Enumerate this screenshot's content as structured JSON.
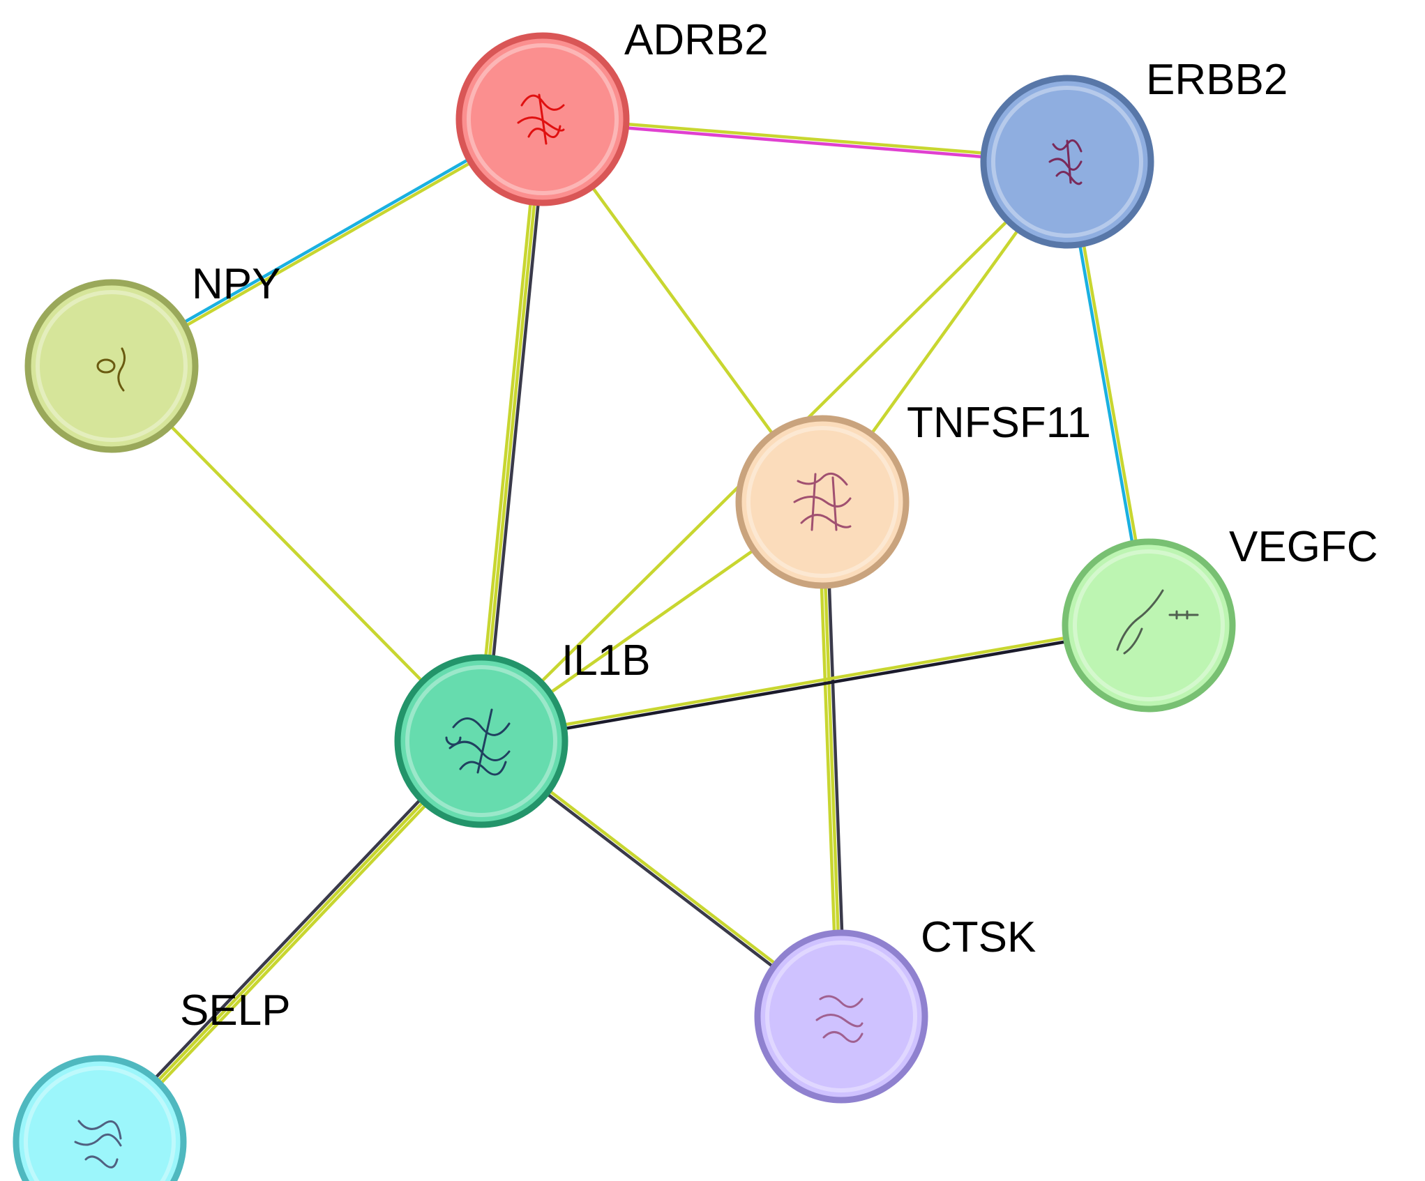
{
  "network": {
    "nodes": [
      {
        "id": "ADRB2",
        "label": "ADRB2",
        "fill": "#fb8f8f",
        "stroke": "#d95656",
        "struct": "#e01010"
      },
      {
        "id": "ERBB2",
        "label": "ERBB2",
        "fill": "#8faee0",
        "stroke": "#5877a8",
        "struct": "#7a2a5a"
      },
      {
        "id": "NPY",
        "label": "NPY",
        "fill": "#d6e59a",
        "stroke": "#9aa85a",
        "struct": "#6a5a10"
      },
      {
        "id": "TNFSF11",
        "label": "TNFSF11",
        "fill": "#fbdcbb",
        "stroke": "#c9a37d",
        "struct": "#a05070"
      },
      {
        "id": "VEGFC",
        "label": "VEGFC",
        "fill": "#bdf5b2",
        "stroke": "#78c072",
        "struct": "#506050"
      },
      {
        "id": "IL1B",
        "label": "IL1B",
        "fill": "#66dcae",
        "stroke": "#23946a",
        "struct": "#204060"
      },
      {
        "id": "CTSK",
        "label": "CTSK",
        "fill": "#cfc2ff",
        "stroke": "#8f81cf",
        "struct": "#a06090"
      },
      {
        "id": "SELP",
        "label": "SELP",
        "fill": "#9cf6fb",
        "stroke": "#4fb8bf",
        "struct": "#506080"
      }
    ],
    "edges": [
      {
        "source": "ADRB2",
        "target": "ERBB2",
        "evidence": [
          "#c8d630",
          "#e040d0"
        ]
      },
      {
        "source": "ADRB2",
        "target": "NPY",
        "evidence": [
          "#c8d630",
          "#1ab0e0"
        ]
      },
      {
        "source": "ADRB2",
        "target": "IL1B",
        "evidence": [
          "#3a3a4a",
          "#c8d630",
          "#c8d630"
        ]
      },
      {
        "source": "ADRB2",
        "target": "TNFSF11",
        "evidence": [
          "#c8d630"
        ]
      },
      {
        "source": "ERBB2",
        "target": "TNFSF11",
        "evidence": [
          "#c8d630"
        ]
      },
      {
        "source": "ERBB2",
        "target": "IL1B",
        "evidence": [
          "#c8d630"
        ]
      },
      {
        "source": "ERBB2",
        "target": "VEGFC",
        "evidence": [
          "#c8d630",
          "#1ab0e0"
        ]
      },
      {
        "source": "NPY",
        "target": "IL1B",
        "evidence": [
          "#c8d630"
        ]
      },
      {
        "source": "TNFSF11",
        "target": "IL1B",
        "evidence": [
          "#c8d630"
        ]
      },
      {
        "source": "TNFSF11",
        "target": "CTSK",
        "evidence": [
          "#3a3a4a",
          "#c8d630",
          "#c8d630"
        ]
      },
      {
        "source": "VEGFC",
        "target": "IL1B",
        "evidence": [
          "#1a1a2a",
          "#c8d630"
        ]
      },
      {
        "source": "IL1B",
        "target": "CTSK",
        "evidence": [
          "#c8d630",
          "#3a3a4a"
        ]
      },
      {
        "source": "IL1B",
        "target": "SELP",
        "evidence": [
          "#c8d630",
          "#c8d630",
          "#3a3a4a"
        ]
      }
    ]
  }
}
